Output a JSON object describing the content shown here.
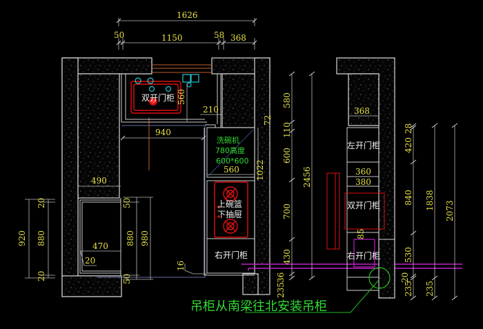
{
  "drawing": {
    "colors": {
      "background": "#000000",
      "dimension_text": "#e6e04a",
      "label_text": "#f2f2f2",
      "note_text": "#33dd33",
      "sink": "#e01010",
      "pipe": "#c020c8"
    },
    "top_dims": {
      "overall": "1626",
      "seg1": "50",
      "seg2": "1150",
      "seg3": "58",
      "seg4": "368"
    },
    "plan_dims": {
      "sink_depth": "560",
      "gap_210": "210",
      "width_940": "940",
      "dw_width": "560",
      "dw_h": "1022",
      "v72": "72",
      "w490": "490",
      "w470": "470",
      "r20": "20",
      "l20a": "20",
      "l880": "880",
      "l20b": "20",
      "l920": "920",
      "r50a": "50",
      "r880": "880",
      "r50b": "50",
      "r980": "980",
      "d16": "16"
    },
    "mid_chain": {
      "c580": "580",
      "c110": "110",
      "c600": "600",
      "c700": "700",
      "c430": "430",
      "c36": "36",
      "c235": "235",
      "total": "2456"
    },
    "right_dims": {
      "w368": "368",
      "w360": "360",
      "w380": "380",
      "v85": "85",
      "c28": "28",
      "c420": "420",
      "c840": "840",
      "c530": "530",
      "c20": "20",
      "c235": "235",
      "t1838": "1838",
      "t235": "235",
      "t2073": "2073"
    },
    "labels": {
      "double_door_cabinet": "双开门柜",
      "dishwasher": "洗碗机",
      "dishwasher_height": "780高度",
      "dishwasher_size": "600*600",
      "basket_top": "上碗篮",
      "drawer_bottom": "下抽屉",
      "right_door_cabinet": "右开门柜",
      "left_door_cabinet_r": "左开门柜",
      "double_door_cabinet_r": "双开门柜",
      "right_door_cabinet_r": "右开门柜"
    },
    "note": "吊柜从南梁往北安装吊柜"
  }
}
